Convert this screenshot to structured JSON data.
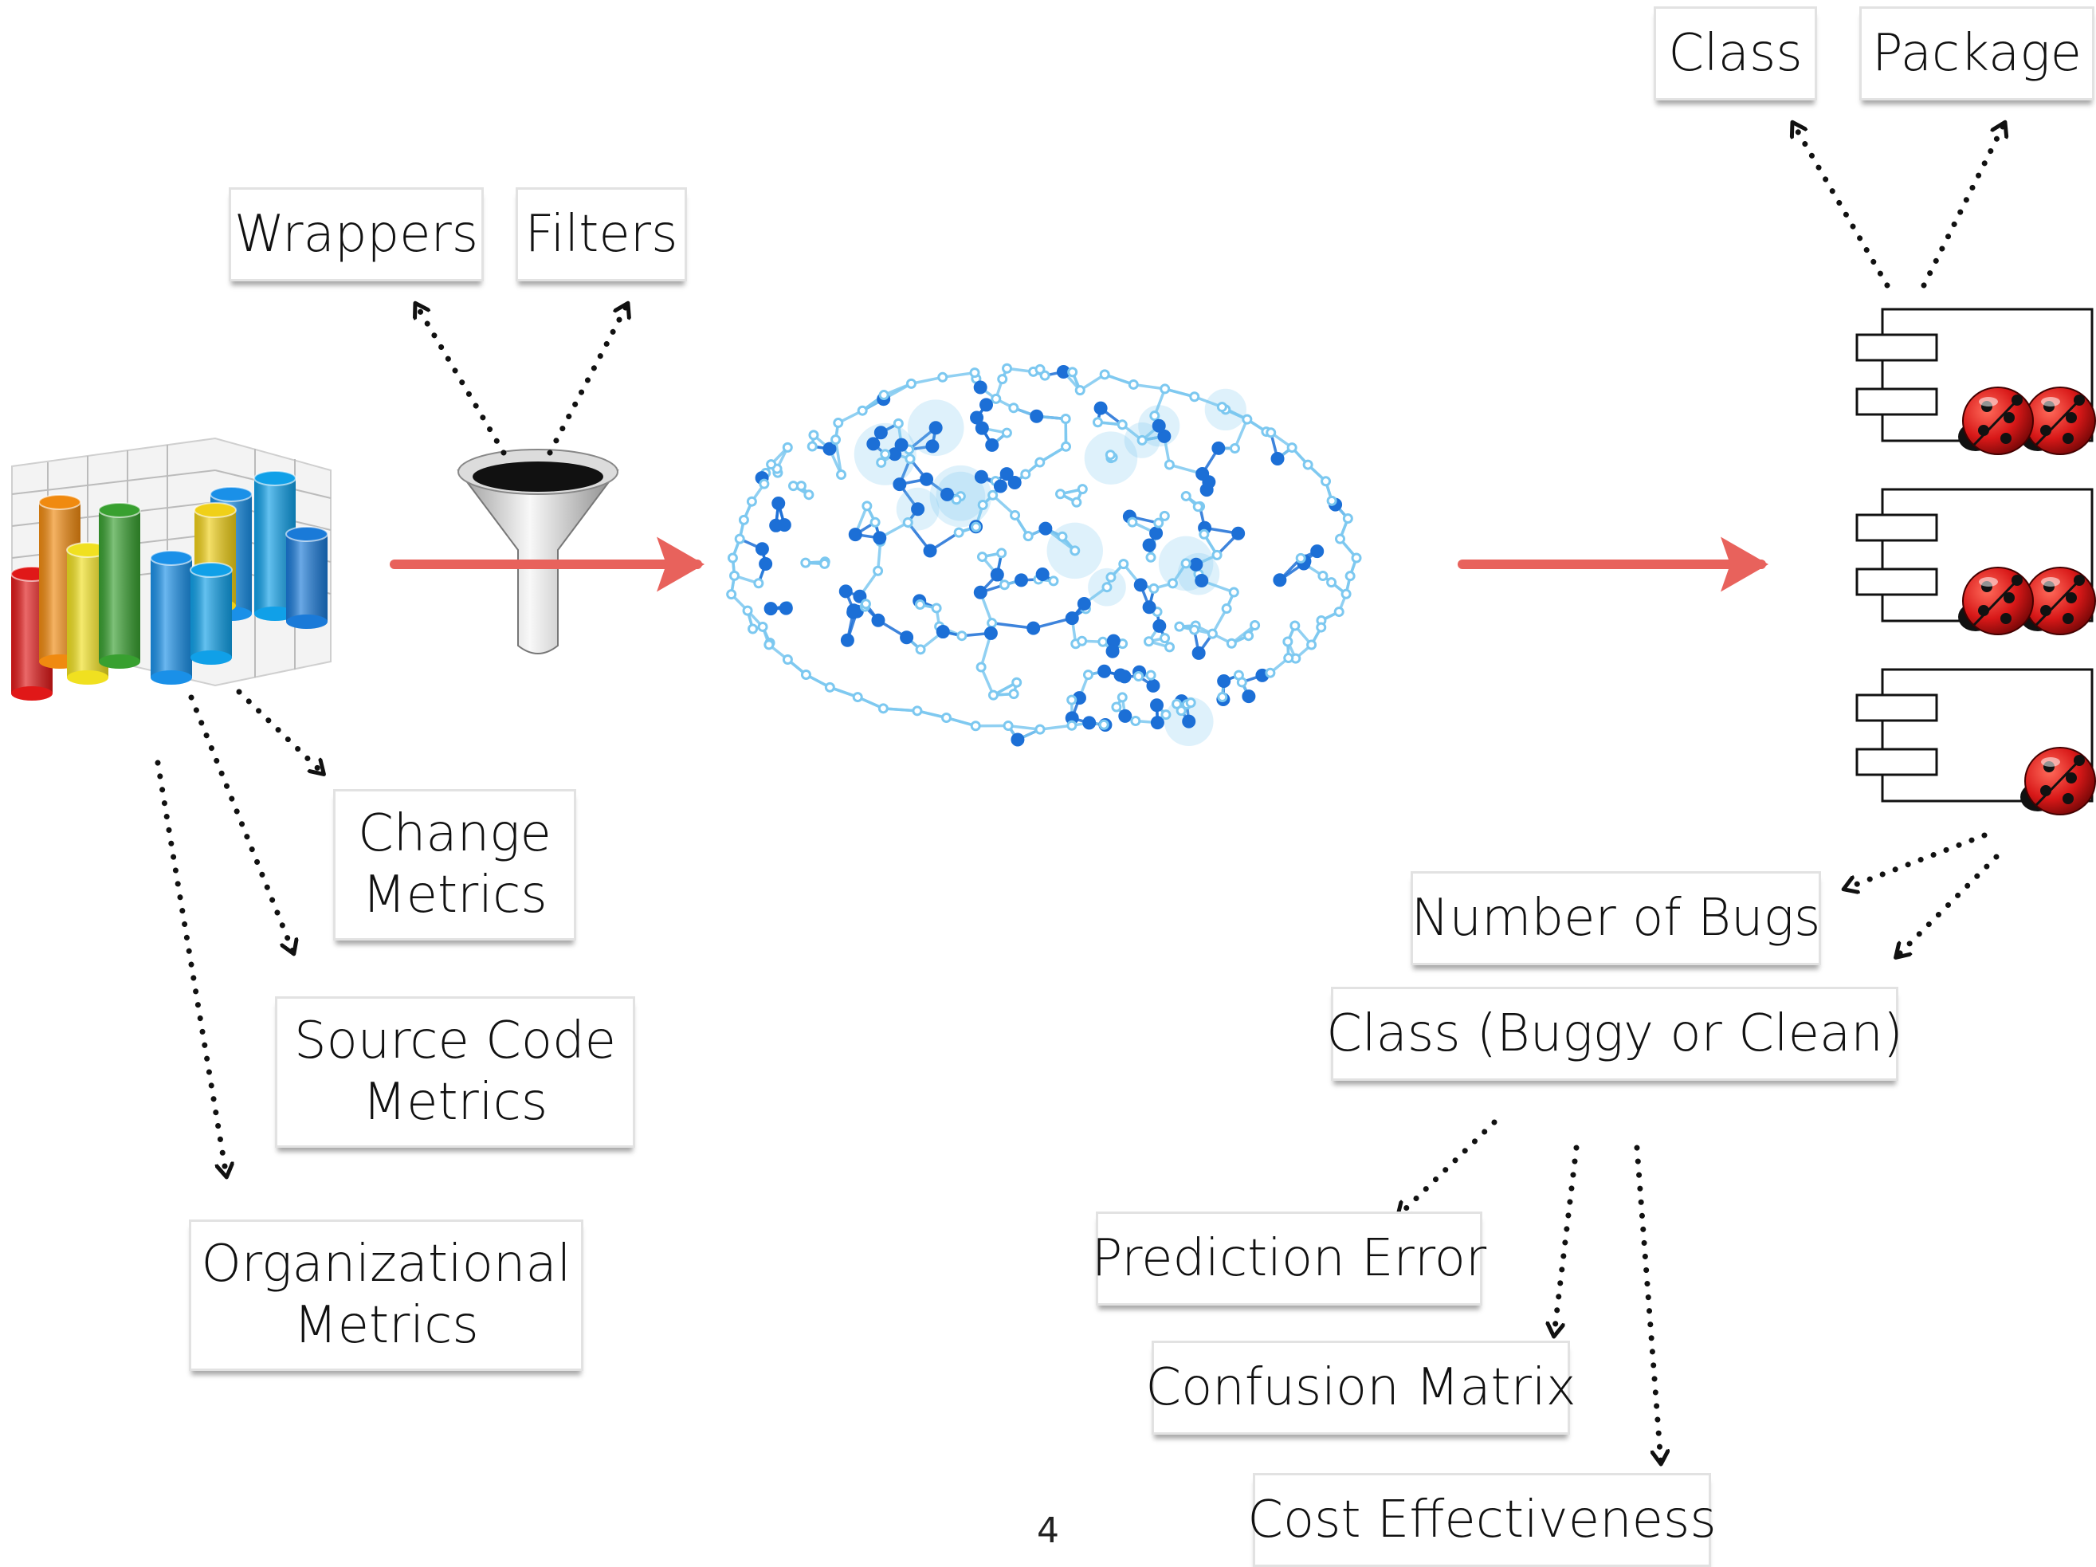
{
  "labels": {
    "wrappers": "Wrappers",
    "filters": "Filters",
    "change_metrics": [
      "Change",
      "Metrics"
    ],
    "source_code_metrics": [
      "Source Code",
      "Metrics"
    ],
    "organizational_metrics": [
      "Organizational",
      "Metrics"
    ],
    "class": "Class",
    "package": "Package",
    "number_of_bugs": "Number of Bugs",
    "class_buggy_or_clean": "Class (Buggy or Clean)",
    "prediction_error": "Prediction Error",
    "confusion_matrix": "Confusion Matrix",
    "cost_effectiveness": "Cost Effectiveness"
  },
  "page_number": "4",
  "icons": {
    "metrics_chart": "bar-chart-3d-icon",
    "filter": "funnel-icon",
    "model": "brain-network-icon",
    "component": "uml-component-icon",
    "bug": "ladybug-icon"
  },
  "component_bug_counts": [
    2,
    2,
    1
  ],
  "colors": {
    "flow_arrow": "#e8625c",
    "dotted_arrow": "#111111",
    "brain_light": "#7cc8f0",
    "brain_dark": "#1c6fd6",
    "ladybug_red": "#d81818",
    "chart_bars": [
      "#e01818",
      "#f08a10",
      "#f0e020",
      "#38a030",
      "#1a90e8",
      "#f0d018",
      "#10a0e8",
      "#1a7ad8"
    ]
  }
}
